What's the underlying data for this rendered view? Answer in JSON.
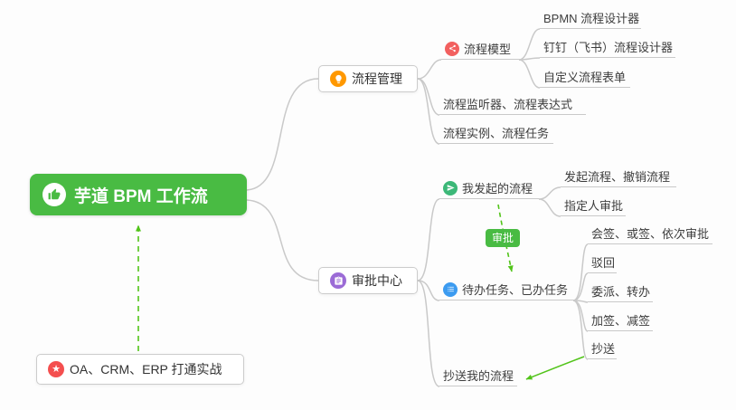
{
  "mindmap": {
    "root": "芋道 BPM 工作流",
    "process_mgmt": "流程管理",
    "process_model": "流程模型",
    "bpmn_designer": "BPMN 流程设计器",
    "dingtalk_designer": "钉钉（飞书）流程设计器",
    "custom_form": "自定义流程表单",
    "listener_expression": "流程监听器、流程表达式",
    "instance_task": "流程实例、流程任务",
    "approval_center": "审批中心",
    "my_initiated": "我发起的流程",
    "initiate_cancel": "发起流程、撤销流程",
    "assignee_approval": "指定人审批",
    "approval_label": "审批",
    "todo_done": "待办任务、已办任务",
    "countersign": "会签、或签、依次审批",
    "reject": "驳回",
    "delegate_transfer": "委派、转办",
    "add_reduce_sign": "加签、减签",
    "cc": "抄送",
    "cc_my_process": "抄送我的流程",
    "integration": "OA、CRM、ERP 打通实战"
  },
  "colors": {
    "root_green": "#49bb43",
    "relation_green": "#52c41a",
    "connector_gray": "#c9c9c9",
    "icon_orange": "#ff9800",
    "icon_red": "#f2605f",
    "icon_purple": "#9b6bd6",
    "icon_green": "#3cb878",
    "icon_blue": "#3c9bf0",
    "icon_star_red": "#f44f4f"
  }
}
